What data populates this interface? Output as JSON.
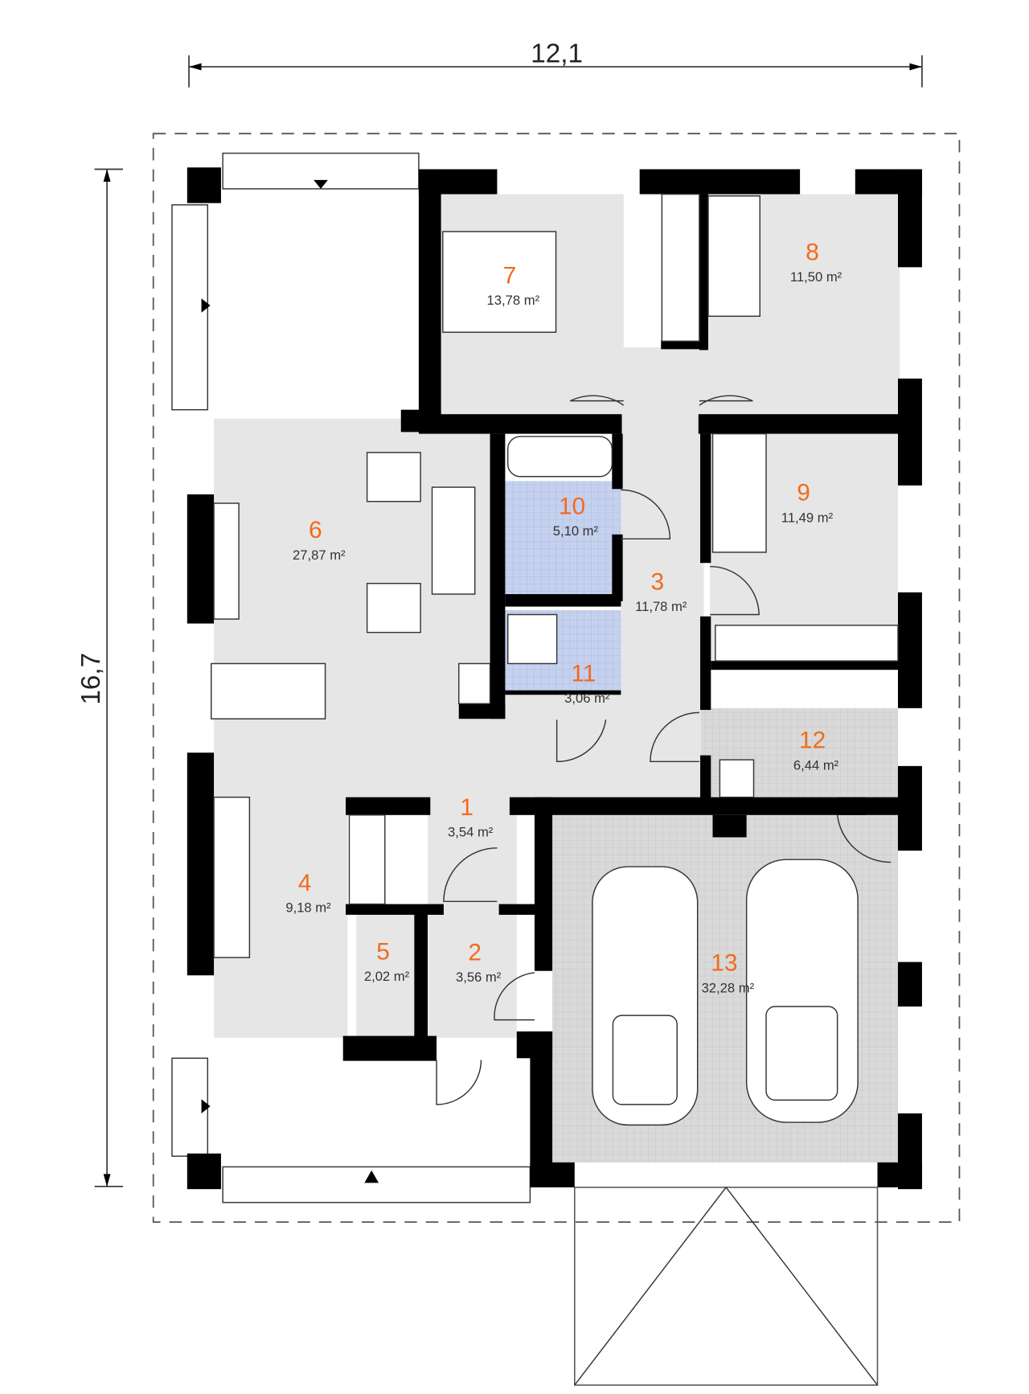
{
  "dimensions": {
    "width": "12,1",
    "depth": "16,7"
  },
  "unit_suffix": "m²",
  "rooms": {
    "r1": {
      "number": "1",
      "area": "3,54 m²"
    },
    "r2": {
      "number": "2",
      "area": "3,56 m²"
    },
    "r3": {
      "number": "3",
      "area": "11,78 m²"
    },
    "r4": {
      "number": "4",
      "area": "9,18 m²"
    },
    "r5": {
      "number": "5",
      "area": "2,02 m²"
    },
    "r6": {
      "number": "6",
      "area": "27,87 m²"
    },
    "r7": {
      "number": "7",
      "area": "13,78 m²"
    },
    "r8": {
      "number": "8",
      "area": "11,50 m²"
    },
    "r9": {
      "number": "9",
      "area": "11,49 m²"
    },
    "r10": {
      "number": "10",
      "area": "5,10 m²"
    },
    "r11": {
      "number": "11",
      "area": "3,06 m²"
    },
    "r12": {
      "number": "12",
      "area": "6,44 m²"
    },
    "r13": {
      "number": "13",
      "area": "32,28 m²"
    }
  },
  "colors": {
    "room_number": "#f26a1f",
    "wall": "#000000",
    "floor": "#e6e6e6",
    "bathroom": "#c9d3ec"
  }
}
